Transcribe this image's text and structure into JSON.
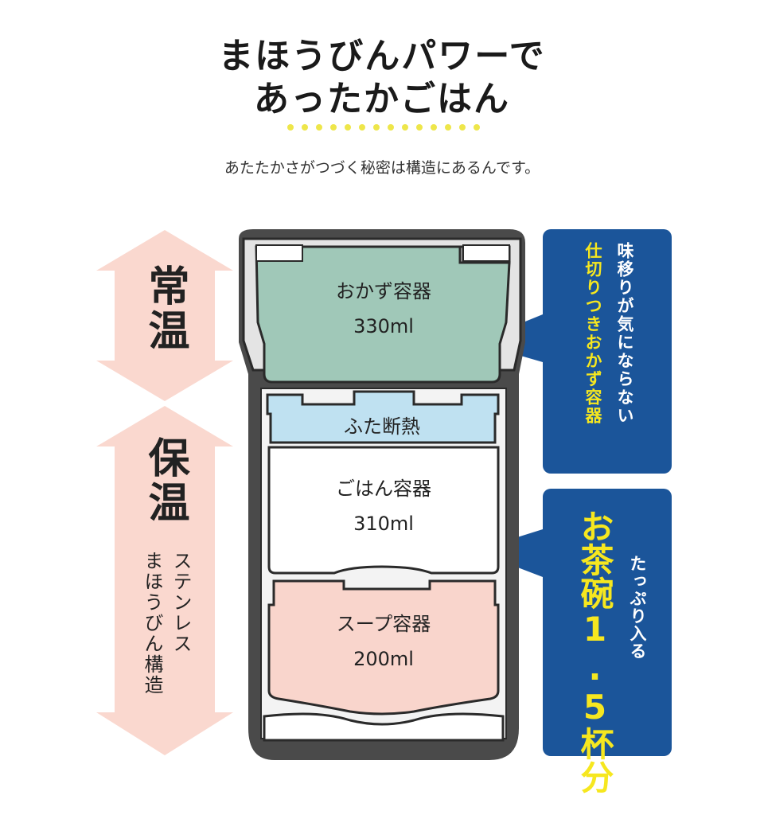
{
  "header": {
    "title_line1": "まほうびんパワーで",
    "title_line2": "あったかごはん",
    "subtitle": "あたたかさがつづく秘密は構造にあるんです。"
  },
  "left_labels": {
    "normal_temp": "常温",
    "keep_warm": "保温",
    "structure_line1": "ステンレス",
    "structure_line2": "まほうびん構造"
  },
  "containers": {
    "side_dish": {
      "name": "おかず容器",
      "volume": "330ml"
    },
    "lid_insulation": {
      "name": "ふた断熱"
    },
    "rice": {
      "name": "ごはん容器",
      "volume": "310ml"
    },
    "soup": {
      "name": "スープ容器",
      "volume": "200ml"
    }
  },
  "callouts": {
    "top": {
      "line1": "味移りが気にならない",
      "line2": "仕切りつきおかず容器"
    },
    "bottom": {
      "small": "たっぷり入る",
      "big": "お茶碗1.5杯分"
    }
  },
  "colors": {
    "green": "#a0c8b8",
    "blue_light": "#bfe1f1",
    "pink": "#f9d5cc",
    "callout_blue": "#1b559a",
    "callout_yellow": "#f6e71f",
    "arrow_pink": "#fad8cf",
    "dark_body": "#4a4a4a",
    "dot_yellow": "#eee64a"
  }
}
